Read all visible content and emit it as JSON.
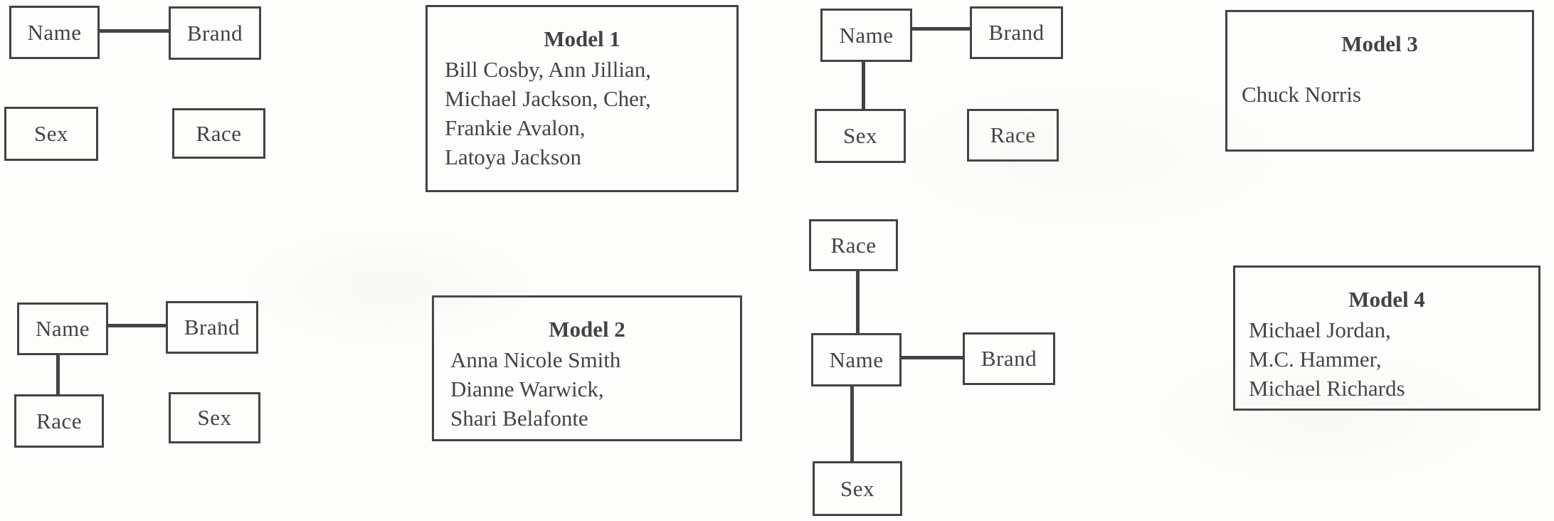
{
  "page": {
    "background": "#fdfdfb",
    "ink": "#434343",
    "description": "Scanned diagram of four attribute-relationship models"
  },
  "clusters": [
    {
      "id": "top-left",
      "nodes": [
        {
          "label": "Name"
        },
        {
          "label": "Brand"
        },
        {
          "label": "Sex"
        },
        {
          "label": "Race"
        }
      ],
      "edges": [
        {
          "from": "Name",
          "to": "Brand"
        }
      ]
    },
    {
      "id": "top-middle",
      "nodes": [
        {
          "label": "Name"
        },
        {
          "label": "Brand"
        },
        {
          "label": "Sex"
        },
        {
          "label": "Race"
        }
      ],
      "edges": [
        {
          "from": "Name",
          "to": "Brand"
        },
        {
          "from": "Name",
          "to": "Sex"
        }
      ]
    },
    {
      "id": "bottom-left",
      "nodes": [
        {
          "label": "Name"
        },
        {
          "label": "Brand"
        },
        {
          "label": "Race"
        },
        {
          "label": "Sex"
        }
      ],
      "edges": [
        {
          "from": "Name",
          "to": "Brand"
        },
        {
          "from": "Name",
          "to": "Race"
        }
      ]
    },
    {
      "id": "bottom-middle",
      "nodes": [
        {
          "label": "Race"
        },
        {
          "label": "Name"
        },
        {
          "label": "Brand"
        },
        {
          "label": "Sex"
        }
      ],
      "edges": [
        {
          "from": "Race",
          "to": "Name"
        },
        {
          "from": "Name",
          "to": "Brand"
        },
        {
          "from": "Name",
          "to": "Sex"
        }
      ]
    }
  ],
  "models": [
    {
      "title": "Model 1",
      "lines": [
        "Bill Cosby, Ann Jillian,",
        "Michael Jackson, Cher,",
        "Frankie Avalon,",
        "Latoya Jackson"
      ]
    },
    {
      "title": "Model 2",
      "lines": [
        "Anna Nicole Smith",
        "Dianne Warwick,",
        "Shari Belafonte"
      ]
    },
    {
      "title": "Model 3",
      "lines": [
        "Chuck Norris"
      ]
    },
    {
      "title": "Model 4",
      "lines": [
        "Michael Jordan,",
        "M.C. Hammer,",
        "Michael Richards"
      ]
    }
  ]
}
